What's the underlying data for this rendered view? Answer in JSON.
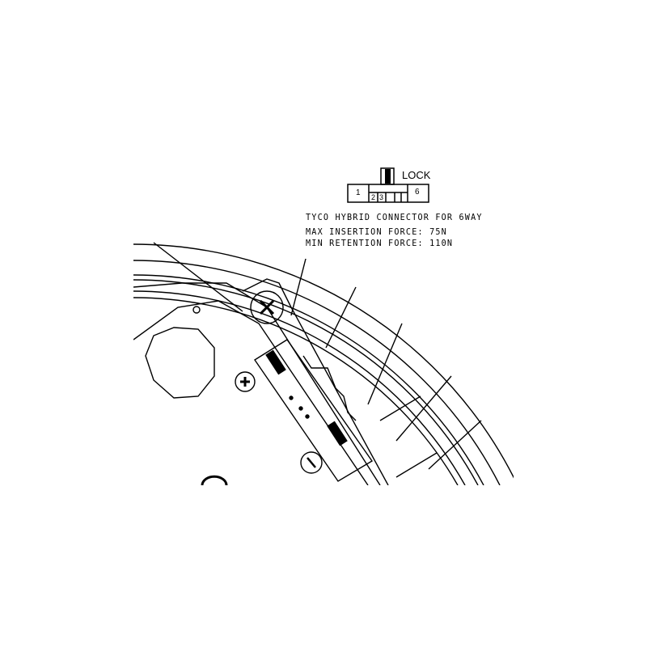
{
  "connector": {
    "lock_label": "LOCK",
    "pins": [
      "1",
      "2",
      "3",
      "6"
    ],
    "title": "TYCO HYBRID CONNECTOR FOR 6WAY",
    "max_insertion": "MAX INSERTION FORCE: 75N",
    "min_retention": "MIN RETENTION FORCE: 110N"
  }
}
